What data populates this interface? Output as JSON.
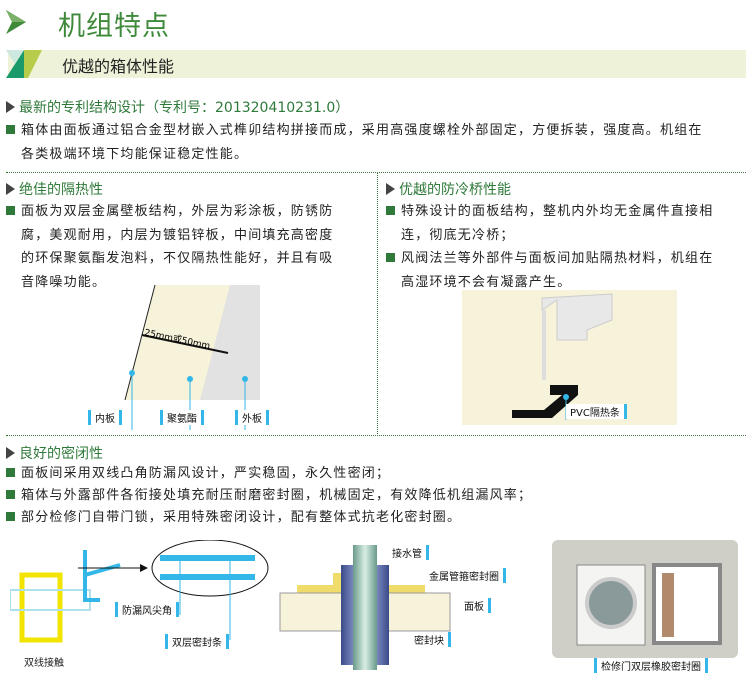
{
  "title": "机组特点",
  "band_title": "优越的箱体性能",
  "section1": {
    "heading": "最新的专利结构设计（专利号：201320410231.0）",
    "lines": [
      "箱体由面板通过铝合金型材嵌入式榫卯结构拼接而成，采用高强度螺栓外部固定，方便拆装，强度高。机组在",
      "各类极端环境下均能保证稳定性能。"
    ]
  },
  "section2": {
    "heading": "绝佳的隔热性",
    "lines": [
      "面板为双层金属壁板结构，外层为彩涂板，防锈防",
      "腐，美观耐用，内层为镀铝锌板，中间填充高密度",
      "的环保聚氨酯发泡料，不仅隔热性能好，并且有吸",
      "音降噪功能。"
    ],
    "dimension": "25mm或50mm",
    "labels": [
      "内板",
      "聚氨酯",
      "外板"
    ]
  },
  "section3": {
    "heading": "优越的防冷桥性能",
    "bullets": [
      [
        "特殊设计的面板结构，整机内外均无金属件直接相",
        "连，彻底无冷桥；"
      ],
      [
        "风阀法兰等外部件与面板间加贴隔热材料，机组在",
        "高湿环境不会有凝露产生。"
      ]
    ],
    "label": "PVC隔热条"
  },
  "section4": {
    "heading": "良好的密闭性",
    "bullets": [
      "面板间采用双线凸角防漏风设计，严实稳固，永久性密闭；",
      "箱体与外露部件各衔接处填充耐压耐磨密封圈，机械固定，有效降低机组漏风率；",
      "部分检修门自带门锁，采用特殊密闭设计，配有整体式抗老化密封圈。"
    ],
    "fig1_labels": [
      "防漏风尖角",
      "双层密封条",
      "双线接触"
    ],
    "fig2_labels": [
      "接水管",
      "金属管箍密封圈",
      "面板",
      "密封块"
    ],
    "fig3_label": "检修门双层橡胶密封圈"
  },
  "colors": {
    "green": "#2f7a3a",
    "band": "#eef2d8",
    "accent": "#33b6e8"
  }
}
